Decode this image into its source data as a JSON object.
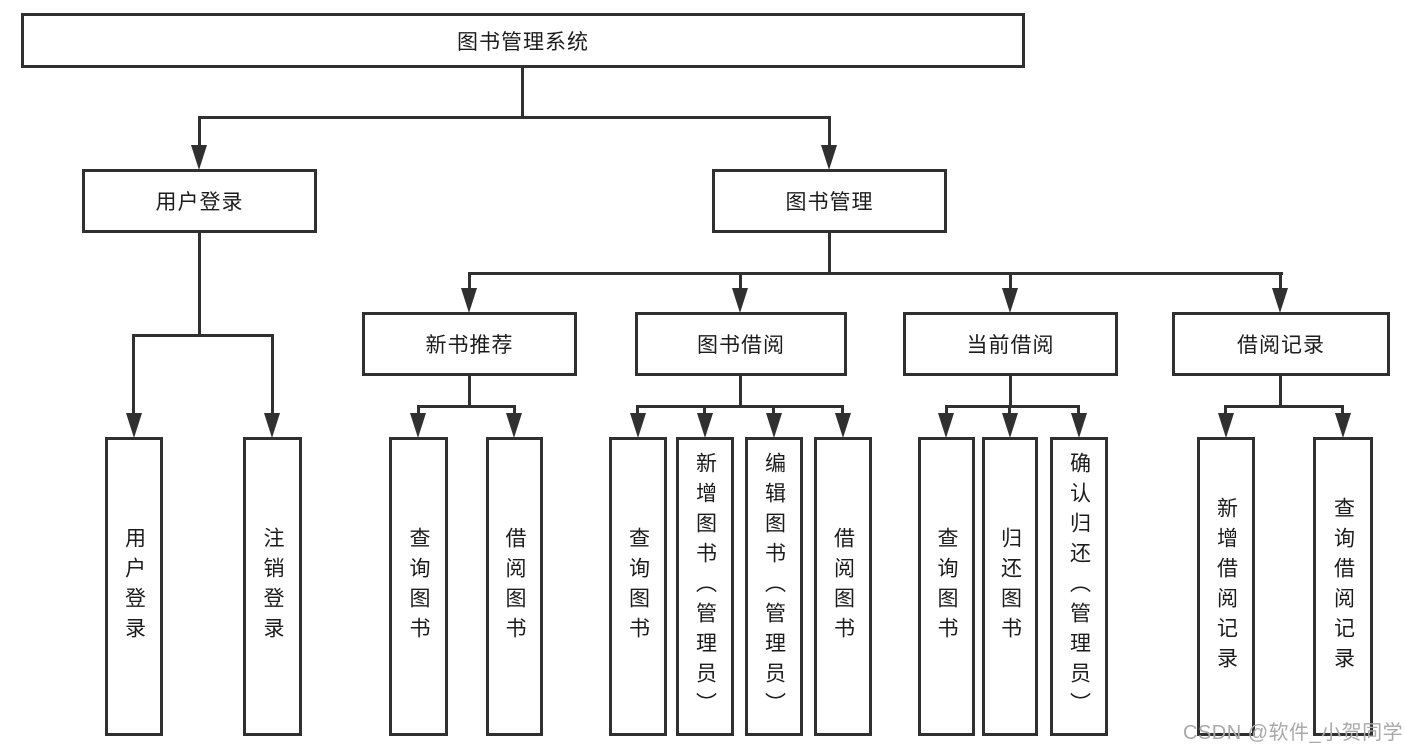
{
  "diagram": {
    "root": "图书管理系统",
    "level2": {
      "user_login": "用户登录",
      "book_management": "图书管理"
    },
    "level3": {
      "new_book_recommend": "新书推荐",
      "book_borrow": "图书借阅",
      "current_borrow": "当前借阅",
      "borrow_records": "借阅记录"
    },
    "leaves": {
      "user_login": "用户登录",
      "logout": "注销登录",
      "rec_query_books": "查询图书",
      "rec_borrow_books": "借阅图书",
      "bb_query_books": "查询图书",
      "bb_add_books": "新增图书（管理员）",
      "bb_edit_books": "编辑图书（管理员）",
      "bb_borrow_books": "借阅图书",
      "cb_query_books": "查询图书",
      "cb_return_books": "归还图书",
      "cb_confirm_return": "确认归还（管理员）",
      "br_add_record": "新增借阅记录",
      "br_query_record": "查询借阅记录"
    }
  },
  "watermark": "CSDN @软件_小贺同学",
  "colors": {
    "line": "#303030",
    "text": "#1c1c1c",
    "background": "#ffffff",
    "watermark": "#a9a9a9"
  }
}
